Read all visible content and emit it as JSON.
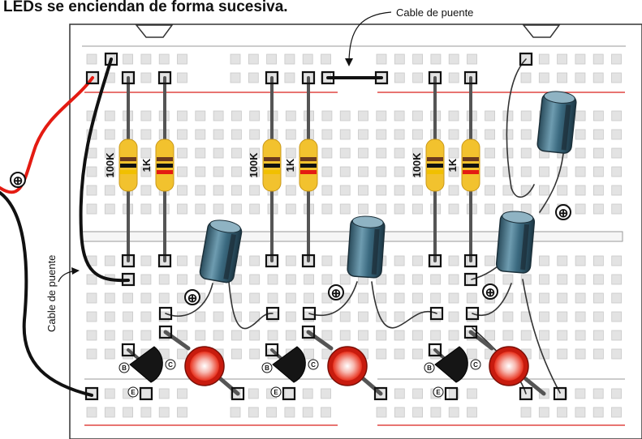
{
  "title": "LEDs se enciendan de forma sucesiva.",
  "jumper_label": "Cable de puente",
  "polarity_symbol": "⊕",
  "pins": {
    "base": "B",
    "collector": "C",
    "emitter": "E"
  },
  "stages": [
    {
      "resistor_1": "100K",
      "resistor_2": "1K"
    },
    {
      "resistor_1": "100K",
      "resistor_2": "1K"
    },
    {
      "resistor_1": "100K",
      "resistor_2": "1K"
    }
  ],
  "colors": {
    "rail_line": "#d9211c",
    "hole": "#e3e3e3",
    "resistor_body": "#f2c22e",
    "capacitor": "#3d6f86",
    "led": "#e8321e",
    "transistor": "#151515",
    "wire_red": "#e41b12",
    "wire_black": "#111111"
  }
}
